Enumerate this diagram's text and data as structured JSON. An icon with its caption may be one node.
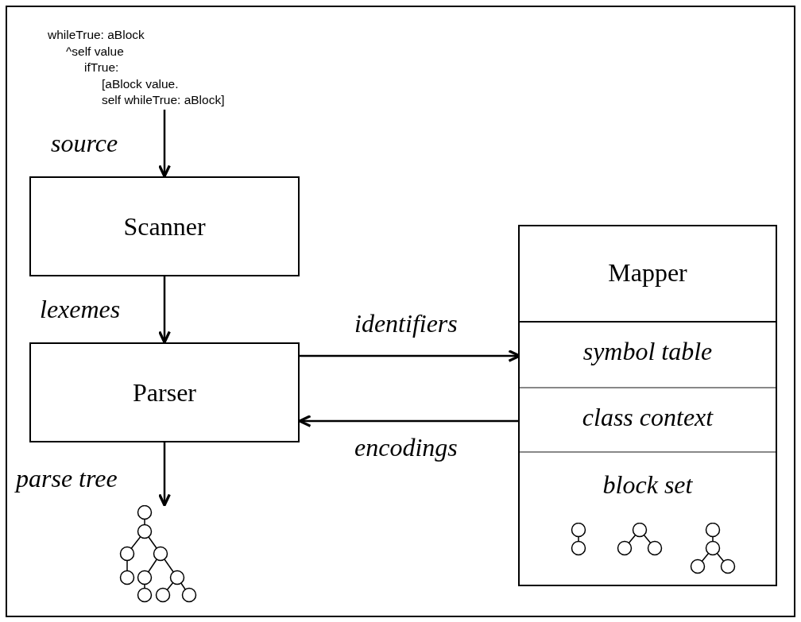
{
  "diagram": {
    "nodes": [
      {
        "text": [
          "whileTrue: aBlock",
          "^self value",
          "ifTrue:",
          "[aBlock value.",
          "self whileTrue: aBlock]"
        ]
      },
      {
        "text": [
          "Scanner"
        ]
      },
      {
        "text": [
          "Parser"
        ]
      },
      {
        "text": [
          "Mapper"
        ]
      },
      {
        "text": [
          "symbol table"
        ],
        "in": 3
      },
      {
        "text": [
          "class context"
        ],
        "in": 3
      },
      {
        "text": [
          "block set"
        ],
        "in": 3
      },
      {
        "text": [],
        "shape": "picture"
      }
    ],
    "edges": [
      {
        "from": 0,
        "to": 1,
        "arrow": "to",
        "label": "source"
      },
      {
        "from": 1,
        "to": 2,
        "arrow": "to",
        "label": "lexemes"
      },
      {
        "from": 2,
        "to": 4,
        "arrow": "to",
        "label": "identifiers"
      },
      {
        "from": 5,
        "to": 2,
        "arrow": "to",
        "label": "encodings"
      },
      {
        "from": 2,
        "to": 7,
        "arrow": "to",
        "label": "parse tree"
      }
    ]
  }
}
